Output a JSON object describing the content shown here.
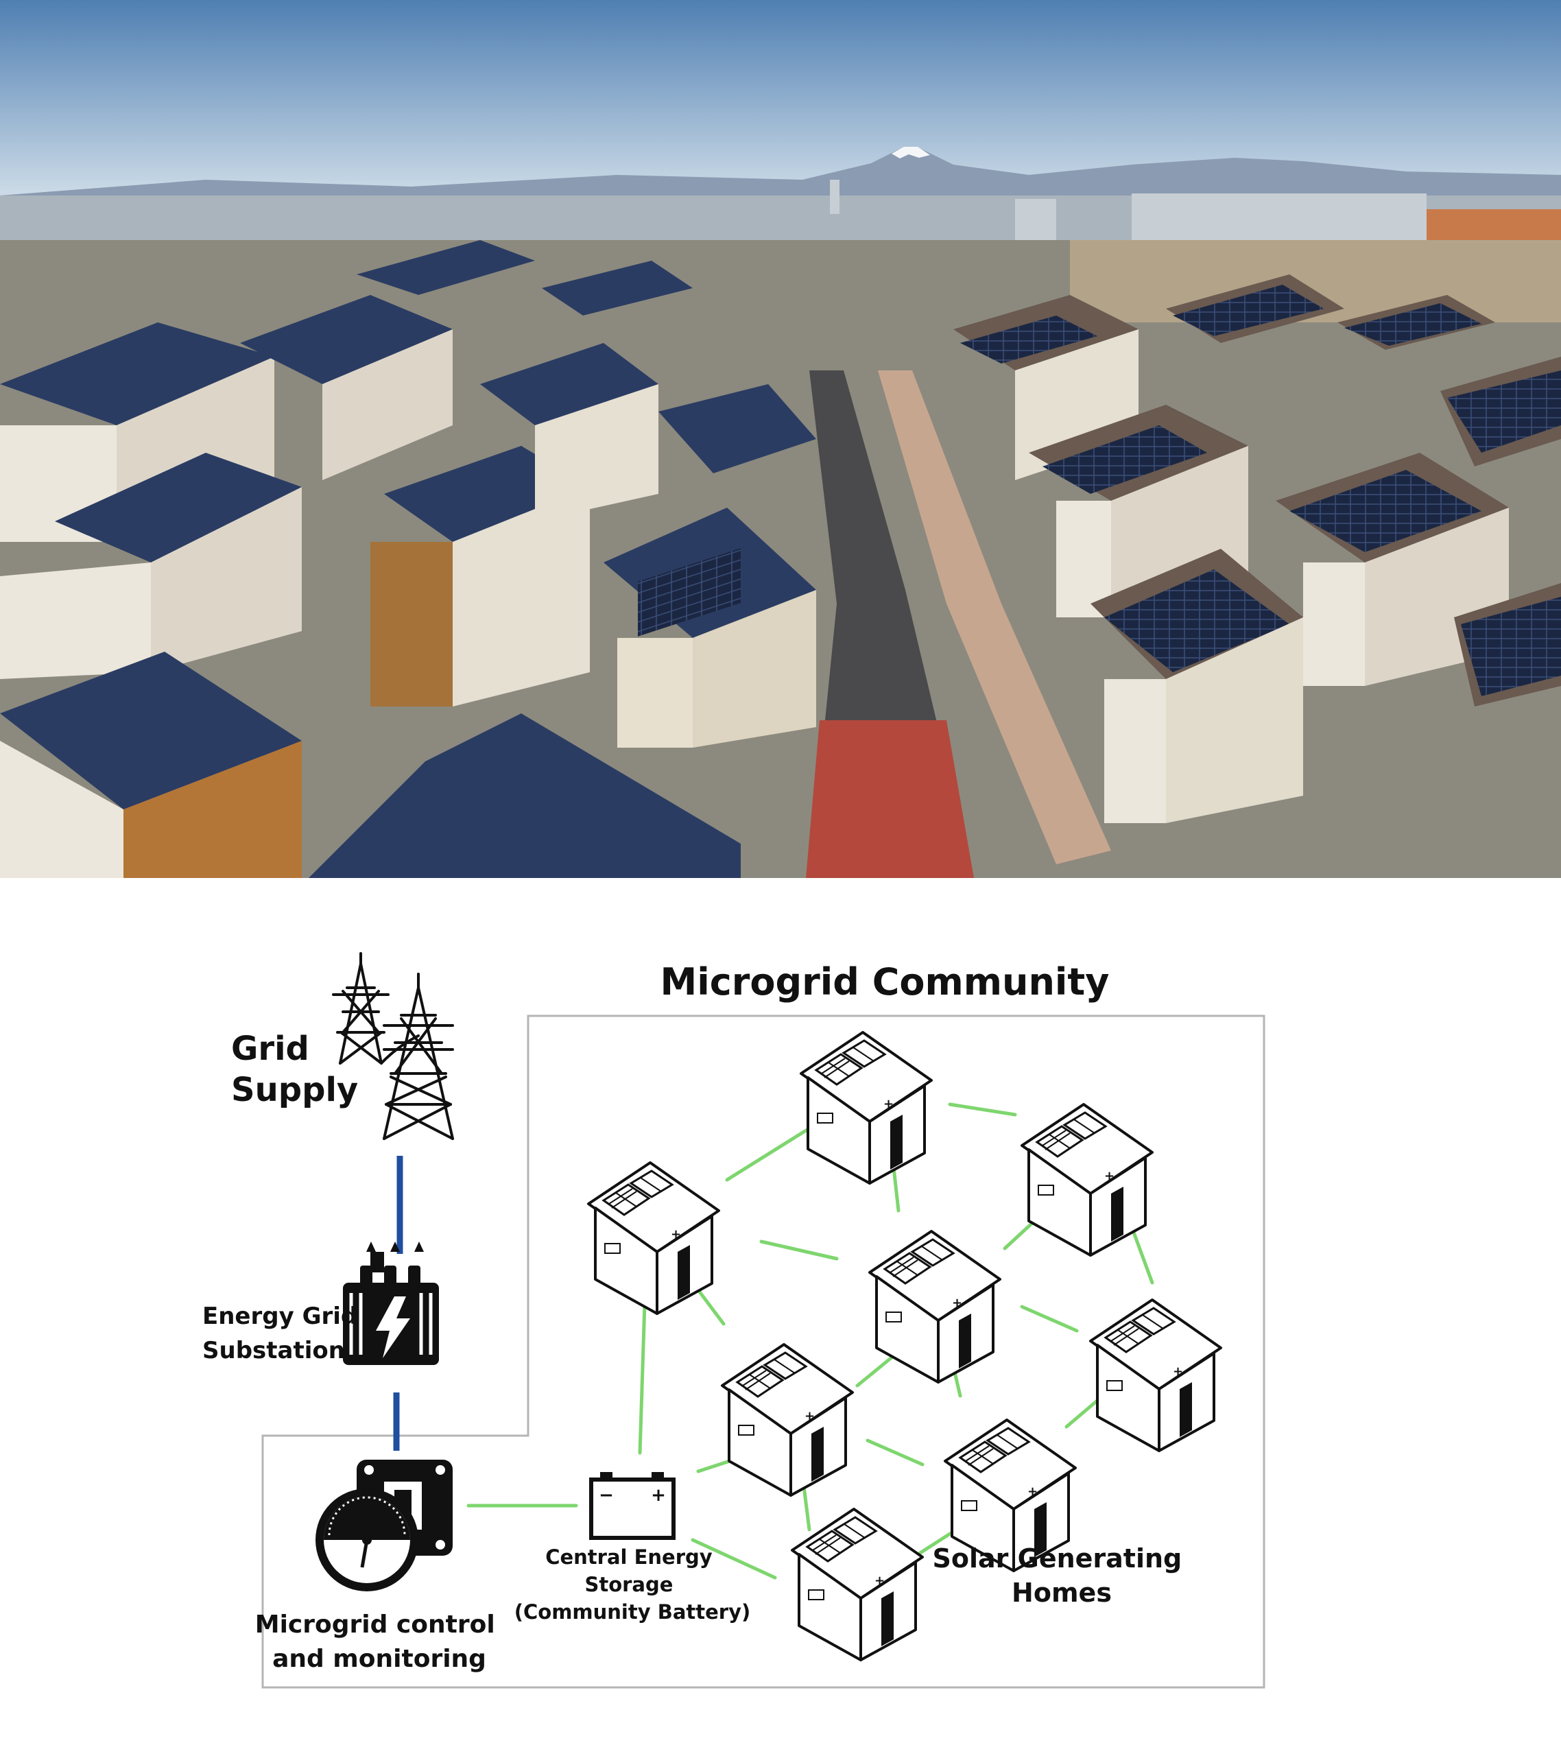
{
  "diagram": {
    "title": "Microgrid Community",
    "grid_supply": {
      "line1": "Grid",
      "line2": "Supply"
    },
    "substation": {
      "line1": "Energy Grid",
      "line2": "Substation"
    },
    "control": {
      "line1": "Microgrid control",
      "line2": "and monitoring"
    },
    "storage": {
      "line1": "Central Energy",
      "line2": "Storage",
      "line3": "(Community Battery)"
    },
    "homes": {
      "line1": "Solar Generating",
      "line2": "Homes"
    }
  },
  "colors": {
    "supply_line": "#1f4fa0",
    "mesh_link": "#7ed66e",
    "boundary": "#b5b5b5",
    "roof": "#2b3c63",
    "sky_top": "#4f7fb2",
    "sky_bottom": "#c9d9e6"
  }
}
